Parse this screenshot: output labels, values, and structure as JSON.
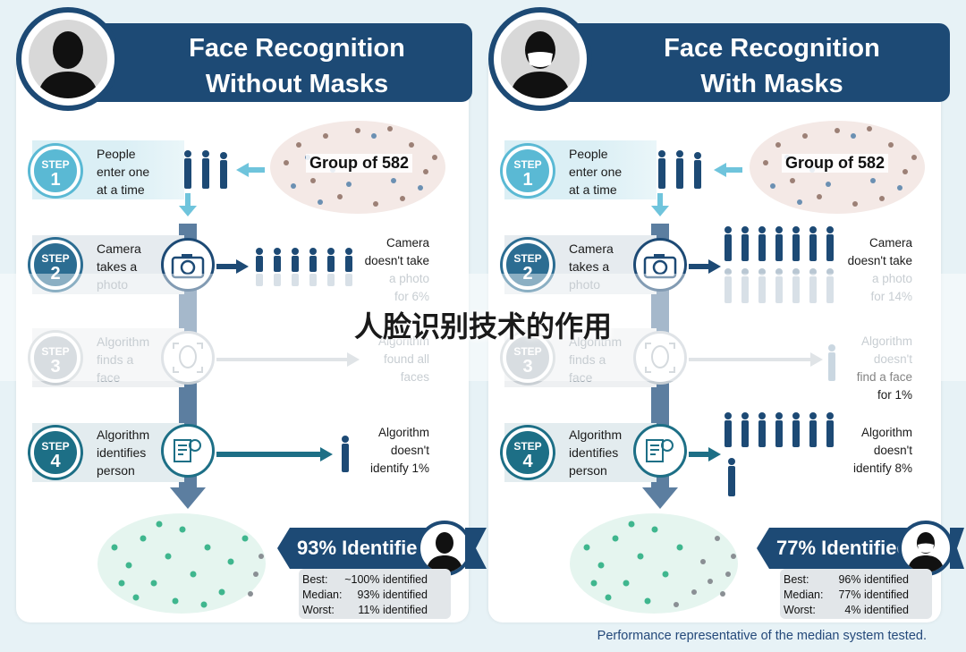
{
  "panels": [
    {
      "title_line1": "Face Recognition",
      "title_line2": "Without Masks",
      "avatar_icon": "person-silhouette-icon",
      "group_label": "Group of 582",
      "steps": [
        {
          "word": "STEP",
          "number": "1",
          "line1": "People",
          "line2": "enter one",
          "line3": "at a time"
        },
        {
          "word": "STEP",
          "number": "2",
          "line1": "Camera",
          "line2": "takes a",
          "line3": "photo"
        },
        {
          "word": "STEP",
          "number": "3",
          "line1": "Algorithm",
          "line2": "finds a",
          "line3": "face"
        },
        {
          "word": "STEP",
          "number": "4",
          "line1": "Algorithm",
          "line2": "identifies",
          "line3": "person"
        }
      ],
      "notes": [
        {
          "line1": "Camera",
          "line2": "doesn't take",
          "line3": "a photo",
          "line4": "for 6%"
        },
        {
          "line1": "Algorithm",
          "line2": "found all",
          "line3": "faces",
          "line4": ""
        },
        {
          "line1": "Algorithm",
          "line2": "doesn't",
          "line3": "identify 1%",
          "line4": ""
        }
      ],
      "result_label": "93% Identified",
      "stats": [
        {
          "label": "Best:",
          "value": "~100% identified"
        },
        {
          "label": "Median:",
          "value": "93% identified"
        },
        {
          "label": "Worst:",
          "value": "11% identified"
        }
      ],
      "accent_color": "#1d4a75",
      "step_color": "#39a5c6"
    },
    {
      "title_line1": "Face Recognition",
      "title_line2": "With Masks",
      "avatar_icon": "masked-person-icon",
      "group_label": "Group of 582",
      "steps": [
        {
          "word": "STEP",
          "number": "1",
          "line1": "People",
          "line2": "enter one",
          "line3": "at a time"
        },
        {
          "word": "STEP",
          "number": "2",
          "line1": "Camera",
          "line2": "takes a",
          "line3": "photo"
        },
        {
          "word": "STEP",
          "number": "3",
          "line1": "Algorithm",
          "line2": "finds a",
          "line3": "face"
        },
        {
          "word": "STEP",
          "number": "4",
          "line1": "Algorithm",
          "line2": "identifies",
          "line3": "person"
        }
      ],
      "notes": [
        {
          "line1": "Camera",
          "line2": "doesn't take",
          "line3": "a photo",
          "line4": "for 14%"
        },
        {
          "line1": "Algorithm",
          "line2": "doesn't",
          "line3": "find a face",
          "line4": "for 1%"
        },
        {
          "line1": "Algorithm",
          "line2": "doesn't",
          "line3": "identify 8%",
          "line4": ""
        }
      ],
      "result_label": "77% Identified",
      "stats": [
        {
          "label": "Best:",
          "value": "96% identified"
        },
        {
          "label": "Median:",
          "value": "77% identified"
        },
        {
          "label": "Worst:",
          "value": "4% identified"
        }
      ],
      "accent_color": "#1d4a75",
      "step_color": "#39a5c6"
    }
  ],
  "overlay_title": "人脸识别技术的作用",
  "footer": "Performance representative of the median system tested."
}
